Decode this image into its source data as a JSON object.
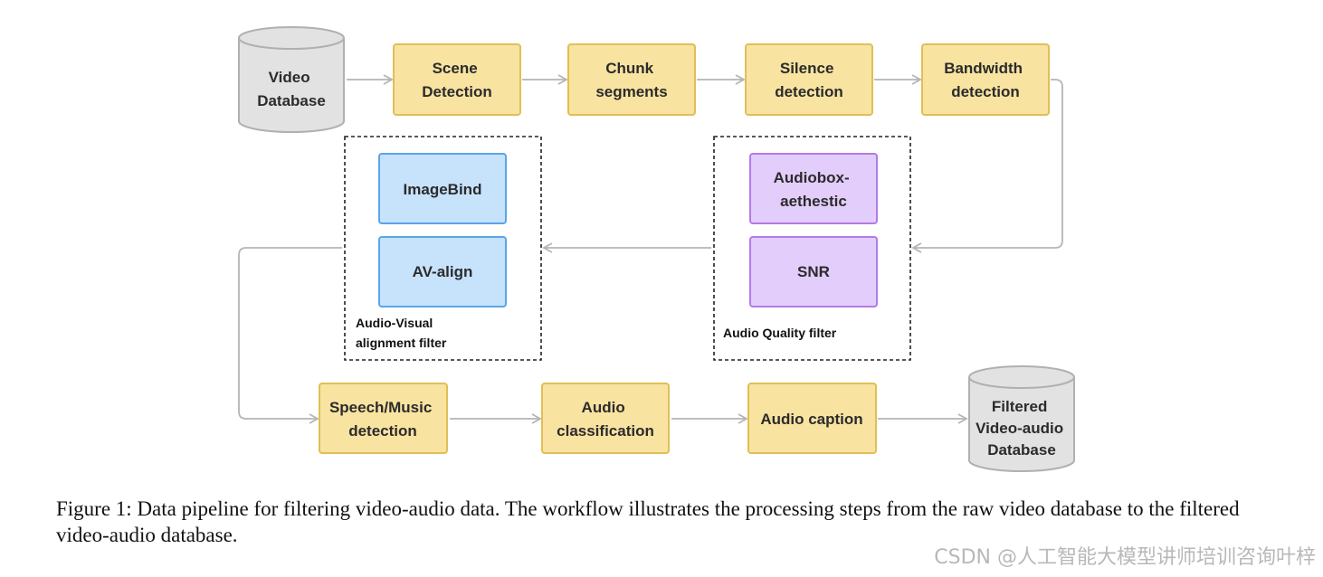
{
  "colors": {
    "process_fill": "#f8e3a1",
    "process_stroke": "#e0bf55",
    "av_fill": "#c7e2fb",
    "av_stroke": "#5aa5e6",
    "aq_fill": "#e3cdfb",
    "aq_stroke": "#b37be8",
    "db_fill": "#e2e2e2",
    "db_stroke": "#b0b0b0",
    "arrow": "#b5b5b5"
  },
  "nodes": {
    "video_db": [
      "Video",
      "Database"
    ],
    "scene": [
      "Scene",
      "Detection"
    ],
    "chunk": [
      "Chunk",
      "segments"
    ],
    "silence": [
      "Silence",
      "detection"
    ],
    "bandwidth": [
      "Bandwidth",
      "detection"
    ],
    "imagebind": [
      "ImageBind"
    ],
    "avalign": [
      "AV-align"
    ],
    "audiobox": [
      "Audiobox-",
      "aethestic"
    ],
    "snr": [
      "SNR"
    ],
    "speech": [
      "Speech/Music",
      "detection"
    ],
    "aclass": [
      "Audio",
      "classification"
    ],
    "acaption": [
      "Audio caption"
    ],
    "filtered_db": [
      "Filtered",
      "Video-audio",
      "Database"
    ]
  },
  "groups": {
    "av": [
      "Audio-Visual",
      "alignment filter"
    ],
    "aq": [
      "Audio Quality filter"
    ]
  },
  "caption": "Figure 1: Data pipeline for filtering video-audio data. The workflow illustrates the processing steps from the raw video database to the filtered video-audio database.",
  "watermark": "CSDN @人工智能大模型讲师培训咨询叶梓"
}
